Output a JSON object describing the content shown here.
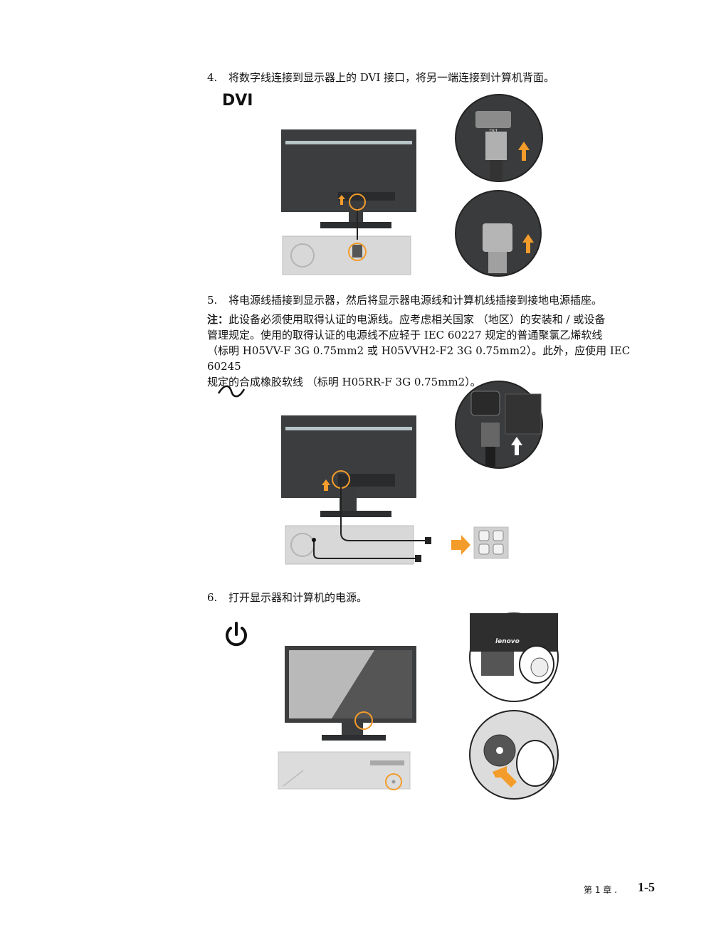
{
  "step4": {
    "num": "4.",
    "text": "将数字线连接到显示器上的 DVI 接口，将另一端连接到计算机背面。"
  },
  "dvi_label": "DVI",
  "step5": {
    "num": "5.",
    "text": "将电源线插接到显示器，然后将显示器电源线和计算机线插接到接地电源插座。"
  },
  "note": {
    "prefix": "注：",
    "line1": "此设备必须使用取得认证的电源线。应考虑相关国家 （地区）的安装和 / 或设备",
    "line2": "管理规定。使用的取得认证的电源线不应轻于 IEC 60227 规定的普通聚氯乙烯软线",
    "line3": "（标明 H05VV-F 3G 0.75mm2 或 H05VVH2-F2 3G 0.75mm2）。此外，应使用 IEC 60245",
    "line4": "规定的合成橡胶软线 （标明 H05RR-F 3G 0.75mm2）。"
  },
  "step6": {
    "num": "6.",
    "text": "打开显示器和计算机的电源。"
  },
  "brand_text": "lenovo",
  "port_text": "DVI",
  "footer": {
    "chapter": "第 1 章 .",
    "page": "1-5"
  },
  "colors": {
    "accent": "#f39c2b",
    "monitor": "#3a3a3a",
    "base": "#d8d8d8"
  },
  "icons": {
    "ac": "ac-tilde-icon",
    "power": "power-icon"
  }
}
